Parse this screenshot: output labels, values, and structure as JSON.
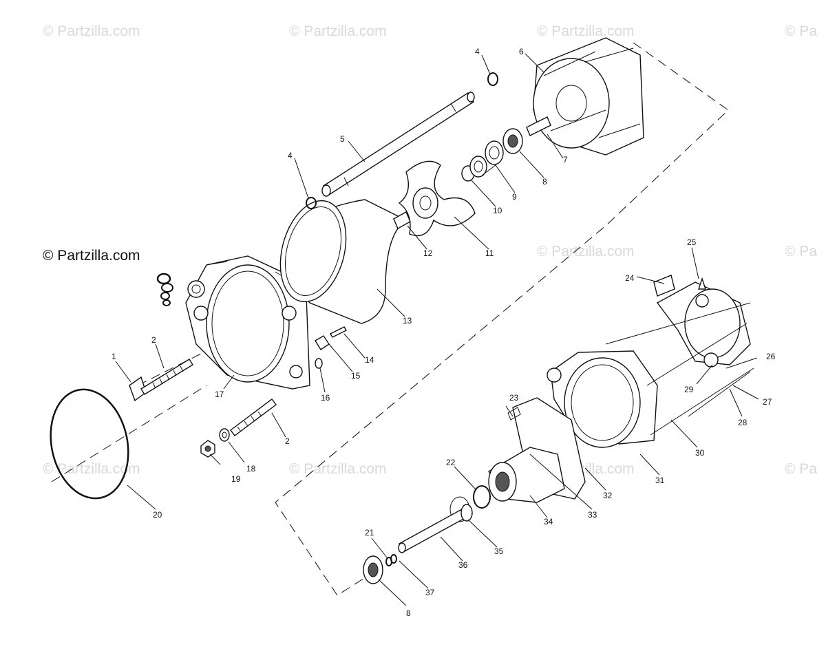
{
  "watermarks": {
    "brand": "© Partzilla.com",
    "brand_cut": "© Pa"
  },
  "main_watermark": "© Partzilla.com",
  "callouts": {
    "c1": "1",
    "c2a": "2",
    "c2b": "2",
    "c4a": "4",
    "c4b": "4",
    "c5": "5",
    "c6": "6",
    "c7": "7",
    "c8a": "8",
    "c8b": "8",
    "c9": "9",
    "c10": "10",
    "c11": "11",
    "c12": "12",
    "c13": "13",
    "c14": "14",
    "c15": "15",
    "c16": "16",
    "c17": "17",
    "c18": "18",
    "c19": "19",
    "c20": "20",
    "c21": "21",
    "c22": "22",
    "c23": "23",
    "c24": "24",
    "c25": "25",
    "c26": "26",
    "c27": "27",
    "c28": "28",
    "c29": "29",
    "c30": "30",
    "c31": "31",
    "c32": "32",
    "c33": "33",
    "c34": "34",
    "c35": "35",
    "c36": "36",
    "c37": "37"
  }
}
